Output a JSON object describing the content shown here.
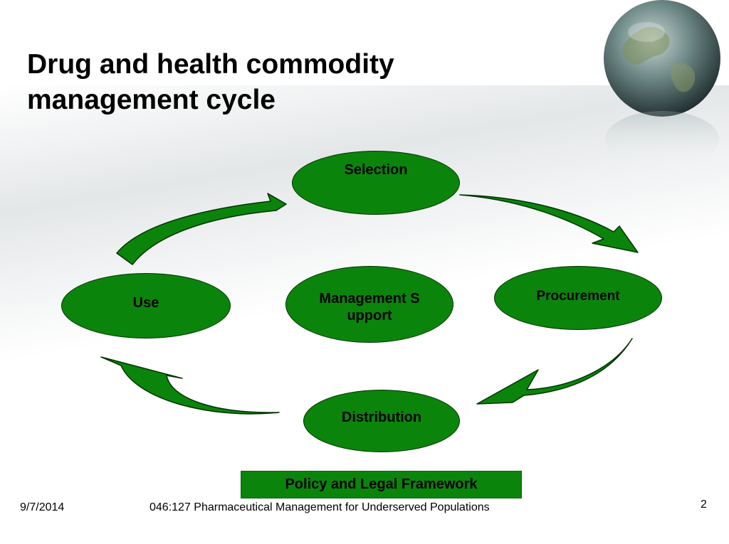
{
  "slide": {
    "title_lines": [
      "Drug and health commodity",
      "management cycle"
    ],
    "footer": {
      "date": "9/7/2014",
      "course": "046:127 Pharmaceutical Management for Underserved Populations",
      "page_number": "2"
    }
  },
  "diagram": {
    "nodes": {
      "selection": "Selection",
      "procurement": "Procurement",
      "use": "Use",
      "management_support": "Management Support",
      "distribution": "Distribution"
    },
    "policy_bar": "Policy and Legal Framework"
  },
  "colors": {
    "node_fill": "#0b840b",
    "node_border": "#003300",
    "arrow_fill": "#0b840b"
  },
  "icons": [
    "globe-icon"
  ]
}
